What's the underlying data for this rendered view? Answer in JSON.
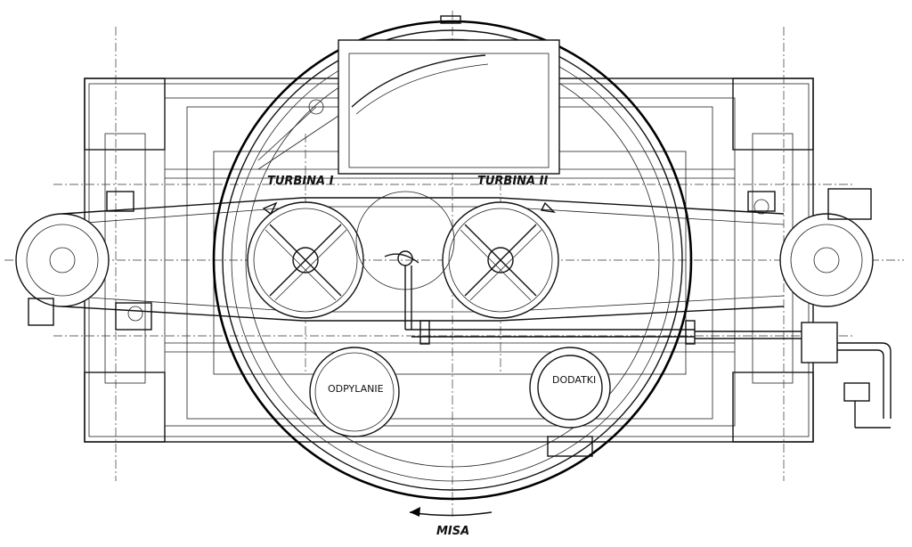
{
  "labels": {
    "turbine_1": "TURBINA I",
    "turbine_2": "TURBINA II",
    "dedusting": "ODPYLANIE",
    "additives": "DODATKI",
    "bowl": "MISA"
  }
}
